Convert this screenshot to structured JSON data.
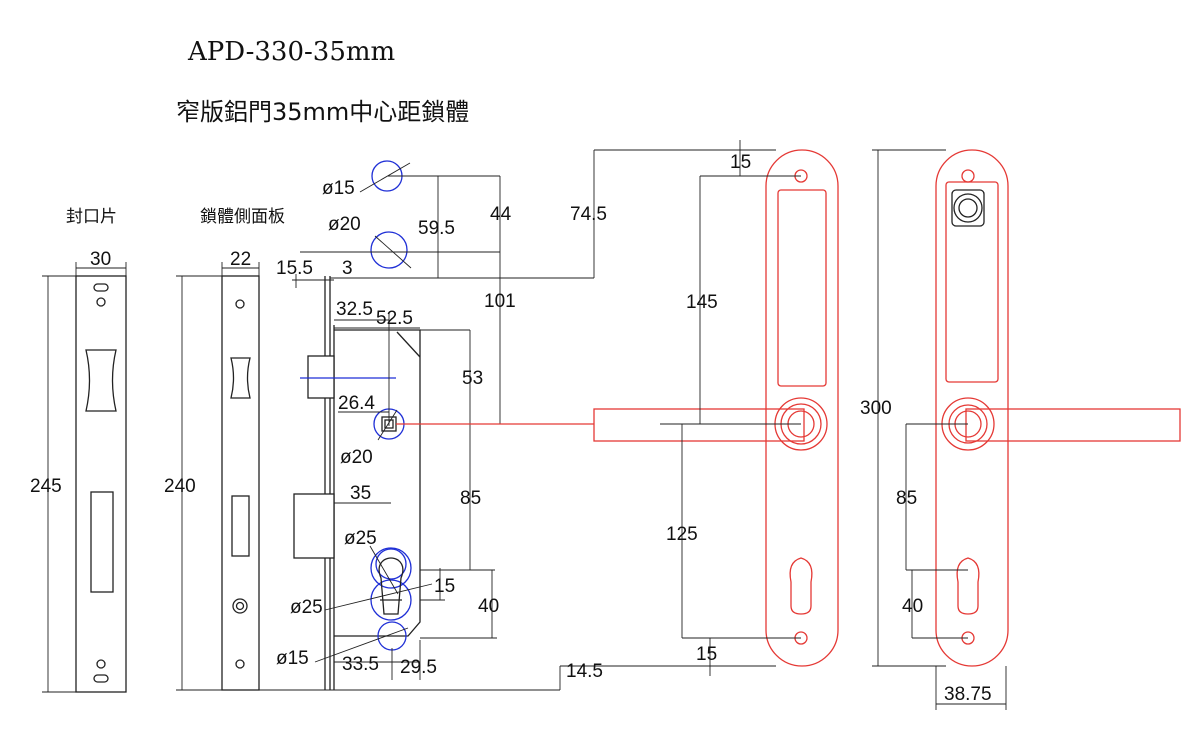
{
  "header": {
    "model": "APD-330-35mm",
    "subtitle": "窄版鋁門35mm中心距鎖體"
  },
  "views": {
    "faceplate_label": "封口片",
    "side_panel_label": "鎖體側面板"
  },
  "dimensions": {
    "faceplate_width": "30",
    "faceplate_height": "245",
    "side_width": "22",
    "side_height": "240",
    "d15_5": "15.5",
    "d3": "3",
    "d32_5": "32.5",
    "d52_5": "52.5",
    "phi15_top": "ø15",
    "phi20_top": "ø20",
    "d59_5": "59.5",
    "d44": "44",
    "d74_5": "74.5",
    "d101": "101",
    "d53": "53",
    "d26_4": "26.4",
    "phi20_mid": "ø20",
    "d35": "35",
    "d85": "85",
    "phi25_a": "ø25",
    "phi25_b": "ø25",
    "d15_cyl": "15",
    "d40": "40",
    "phi15_bot": "ø15",
    "d33_5": "33.5",
    "d29_5": "29.5",
    "d14_5": "14.5",
    "d15_top": "15",
    "d145": "145",
    "d125": "125",
    "d15_bot": "15",
    "d300": "300",
    "d85_r": "85",
    "d40_r": "40",
    "d38_75": "38.75"
  },
  "colors": {
    "outline": "#222222",
    "handle": "#e53935",
    "holes": "#1f2fd6"
  }
}
